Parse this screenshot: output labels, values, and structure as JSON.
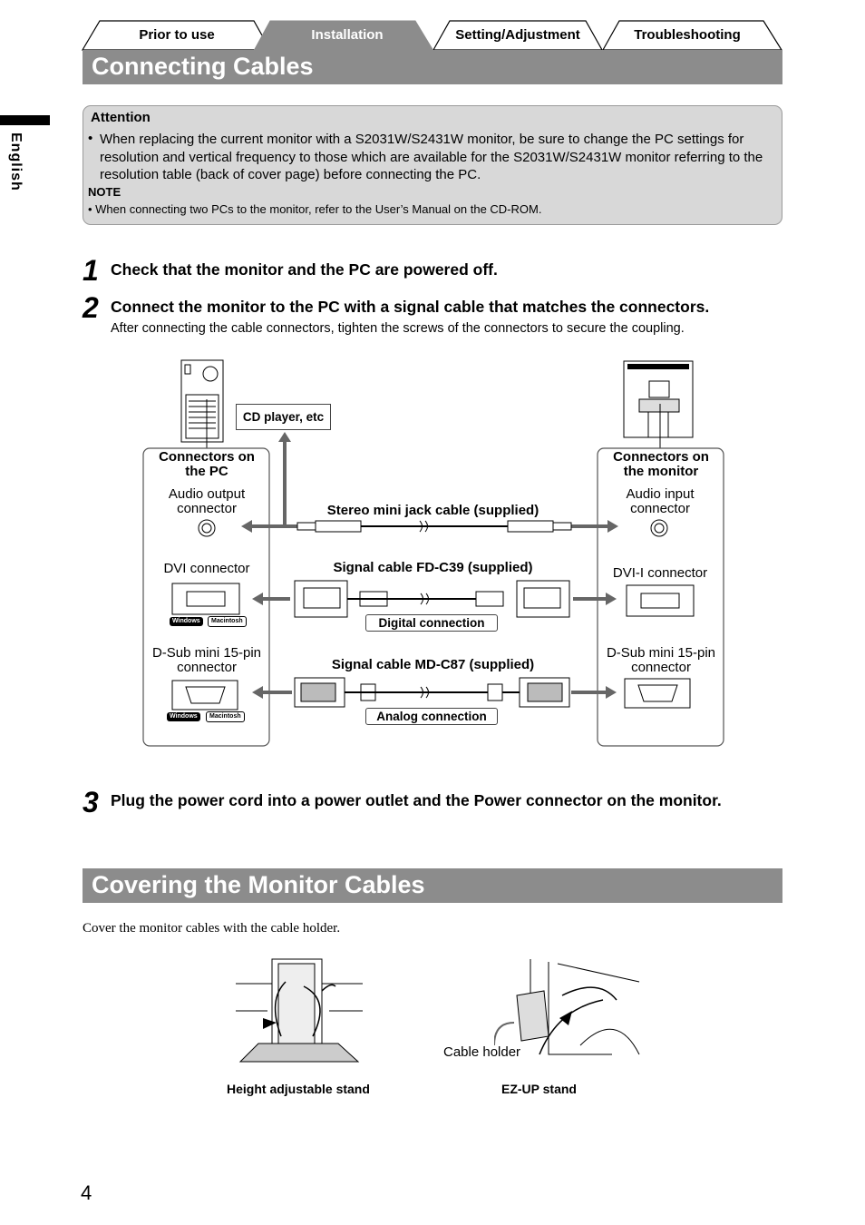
{
  "tabs": [
    {
      "label": "Prior to use",
      "active": false
    },
    {
      "label": "Installation",
      "active": true
    },
    {
      "label": "Setting/Adjustment",
      "active": false
    },
    {
      "label": "Troubleshooting",
      "active": false
    }
  ],
  "side_label": "English",
  "section1": {
    "title": "Connecting Cables"
  },
  "attention": {
    "title": "Attention",
    "bullet": "•",
    "text": "When replacing the current monitor with a S2031W/S2431W monitor, be sure to change the PC settings for resolution and vertical frequency to those which are available for the S2031W/S2431W monitor referring to the resolution table (back of cover page) before connecting the PC.",
    "note_title": "NOTE",
    "note_text": "• When connecting two PCs to the monitor, refer to the User’s Manual on the CD-ROM."
  },
  "steps": [
    {
      "number": "1",
      "text": "Check that the monitor and the PC are powered off."
    },
    {
      "number": "2",
      "text": "Connect the monitor to the PC with a signal cable that matches the connectors.",
      "sub": "After connecting the cable connectors, tighten the screws of the connectors to secure the coupling."
    },
    {
      "number": "3",
      "text": "Plug the power cord into a power outlet and the Power connector on the monitor."
    }
  ],
  "diagram": {
    "cd_player": "CD player, etc",
    "pc_title": "Connectors on the PC",
    "monitor_title": "Connectors on the monitor",
    "pc_audio": "Audio output connector",
    "monitor_audio": "Audio input connector",
    "pc_dvi": "DVI connector",
    "monitor_dvi": "DVI-I connector",
    "pc_dsub": "D-Sub mini 15-pin connector",
    "monitor_dsub": "D-Sub mini 15-pin connector",
    "stereo_cable": "Stereo mini jack cable (supplied)",
    "fd_cable": "Signal cable FD-C39 (supplied)",
    "md_cable": "Signal cable MD-C87 (supplied)",
    "digital_conn": "Digital connection",
    "analog_conn": "Analog connection",
    "badge_windows": "Windows",
    "badge_macintosh": "Macintosh"
  },
  "section2": {
    "title": "Covering the Monitor Cables",
    "intro": "Cover the monitor cables with the cable holder.",
    "cable_holder": "Cable holder",
    "caption_left": "Height adjustable stand",
    "caption_right": "EZ-UP stand"
  },
  "page_number": "4",
  "colors": {
    "banner": "#8c8c8c",
    "tab_active": "#8c8c8c",
    "attention_bg": "#d8d8d8"
  }
}
